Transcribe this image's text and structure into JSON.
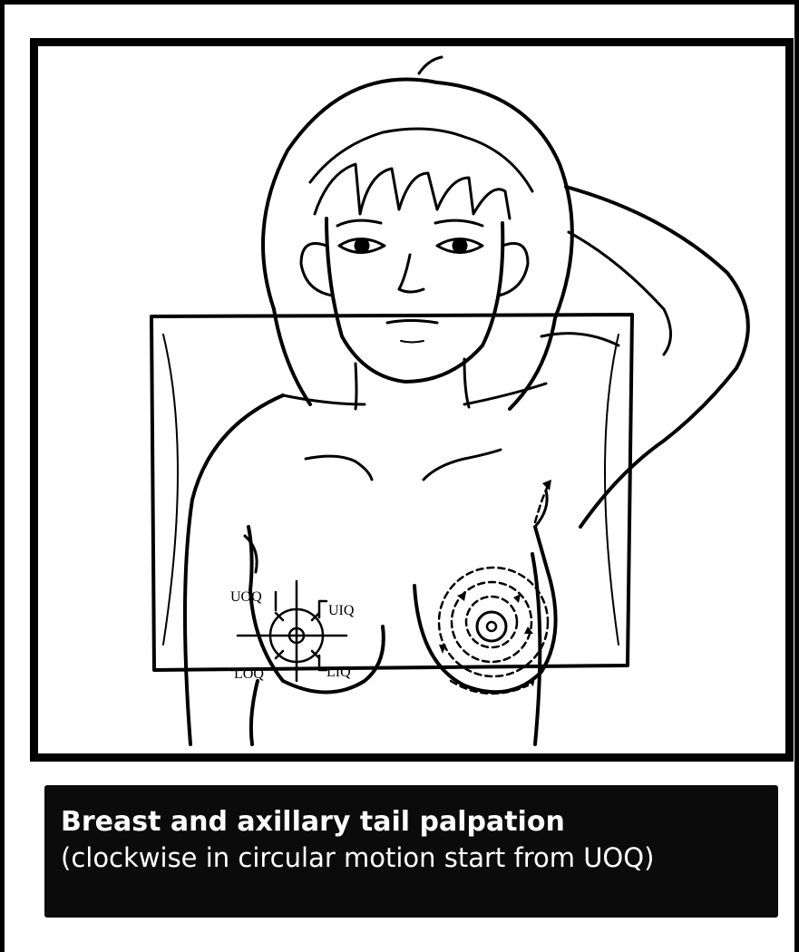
{
  "caption": {
    "title": "Breast and axillary tail palpation",
    "subtitle": "(clockwise in circular motion start from UOQ)"
  },
  "quadrant_labels": {
    "uoq": "UOQ",
    "uiq": "UIQ",
    "loq": "LOQ",
    "liq": "LIQ"
  },
  "colors": {
    "ink": "#000000",
    "caption_background": "#0b0b0b",
    "caption_text": "#ffffff"
  }
}
